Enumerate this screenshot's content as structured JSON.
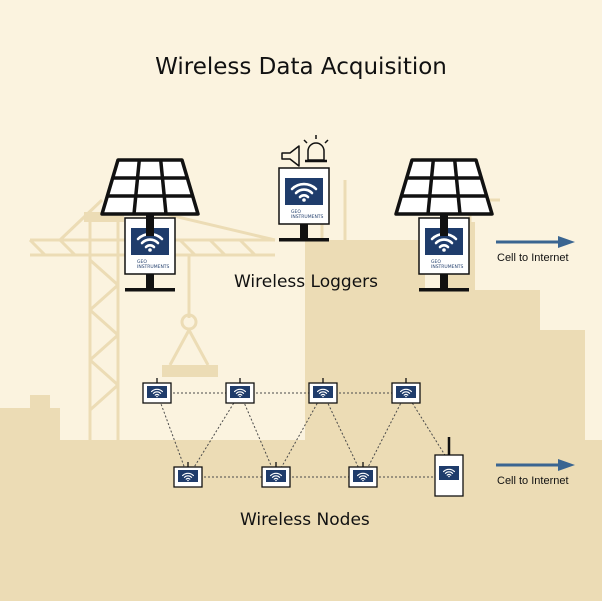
{
  "title": "Wireless Data Acquisition",
  "labels": {
    "wireless_loggers": "Wireless Loggers",
    "wireless_nodes": "Wireless Nodes",
    "cell_to_internet": "Cell to Internet"
  },
  "logo_text": [
    "GEO",
    "INSTRUMENTS"
  ],
  "colors": {
    "background": "#fbf3df",
    "silhouette": "#ecdcb5",
    "device_blue": "#1f3c6b",
    "arrow": "#3a6591"
  },
  "icons": [
    "solar-panel-icon",
    "wifi-icon",
    "horn-icon",
    "beacon-icon",
    "arrow-right-icon",
    "antenna-icon"
  ]
}
